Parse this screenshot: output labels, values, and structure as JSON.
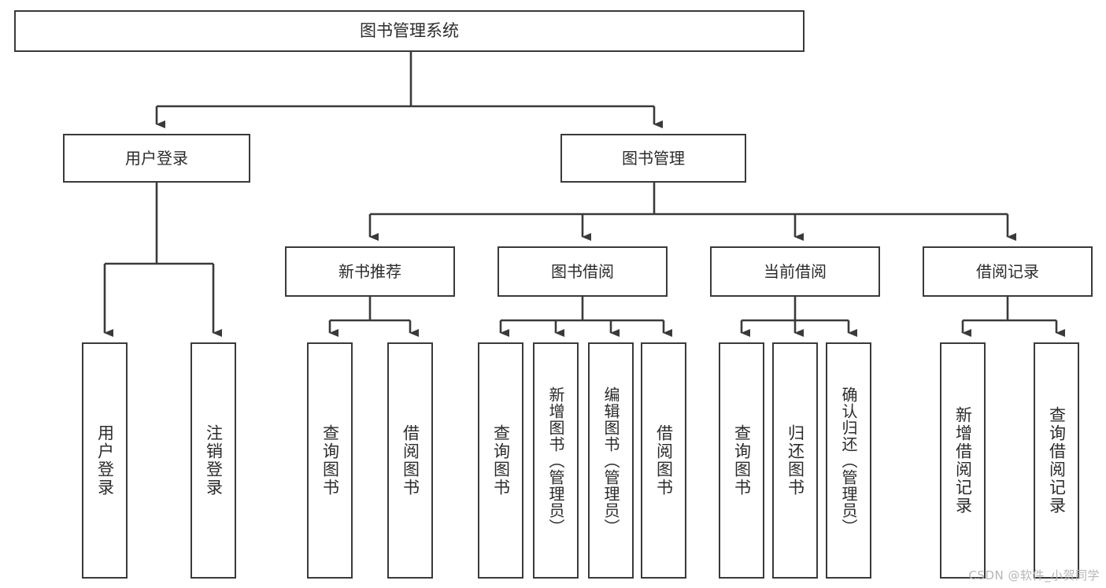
{
  "diagram": {
    "title": "图书管理系统",
    "type": "tree-hierarchy-diagram",
    "colors": {
      "box_border": "#3a3a3a",
      "box_fill": "#ffffff",
      "connector": "#3a3a3a",
      "text": "#2b2b2b",
      "watermark": "#b6b6b6"
    },
    "root": {
      "label": "图书管理系统"
    },
    "level1": [
      {
        "key": "user_login",
        "label": "用户登录"
      },
      {
        "key": "book_manage",
        "label": "图书管理"
      }
    ],
    "level2": [
      {
        "key": "new_book_rec",
        "label": "新书推荐"
      },
      {
        "key": "book_borrow",
        "label": "图书借阅"
      },
      {
        "key": "current_borrow",
        "label": "当前借阅"
      },
      {
        "key": "borrow_record",
        "label": "借阅记录"
      }
    ],
    "leaves": {
      "user_login": [
        {
          "key": "leaf-user-login",
          "label": "用户登录"
        },
        {
          "key": "leaf-logout-login",
          "label": "注销登录"
        }
      ],
      "new_book_rec": [
        {
          "key": "leaf-query-book-1",
          "label": "查询图书"
        },
        {
          "key": "leaf-borrow-book-1",
          "label": "借阅图书"
        }
      ],
      "book_borrow": [
        {
          "key": "leaf-query-book-2",
          "label": "查询图书"
        },
        {
          "key": "leaf-add-book",
          "label": "新增图书（管理员）"
        },
        {
          "key": "leaf-edit-book",
          "label": "编辑图书（管理员）"
        },
        {
          "key": "leaf-borrow-book-2",
          "label": "借阅图书"
        }
      ],
      "current_borrow": [
        {
          "key": "leaf-query-book-3",
          "label": "查询图书"
        },
        {
          "key": "leaf-return-book",
          "label": "归还图书"
        },
        {
          "key": "leaf-confirm-return",
          "label": "确认归还（管理员）"
        }
      ],
      "borrow_record": [
        {
          "key": "leaf-add-record",
          "label": "新增借阅记录"
        },
        {
          "key": "leaf-query-record",
          "label": "查询借阅记录"
        }
      ]
    }
  },
  "watermark": {
    "text": "CSDN @软件_小贺同学"
  }
}
